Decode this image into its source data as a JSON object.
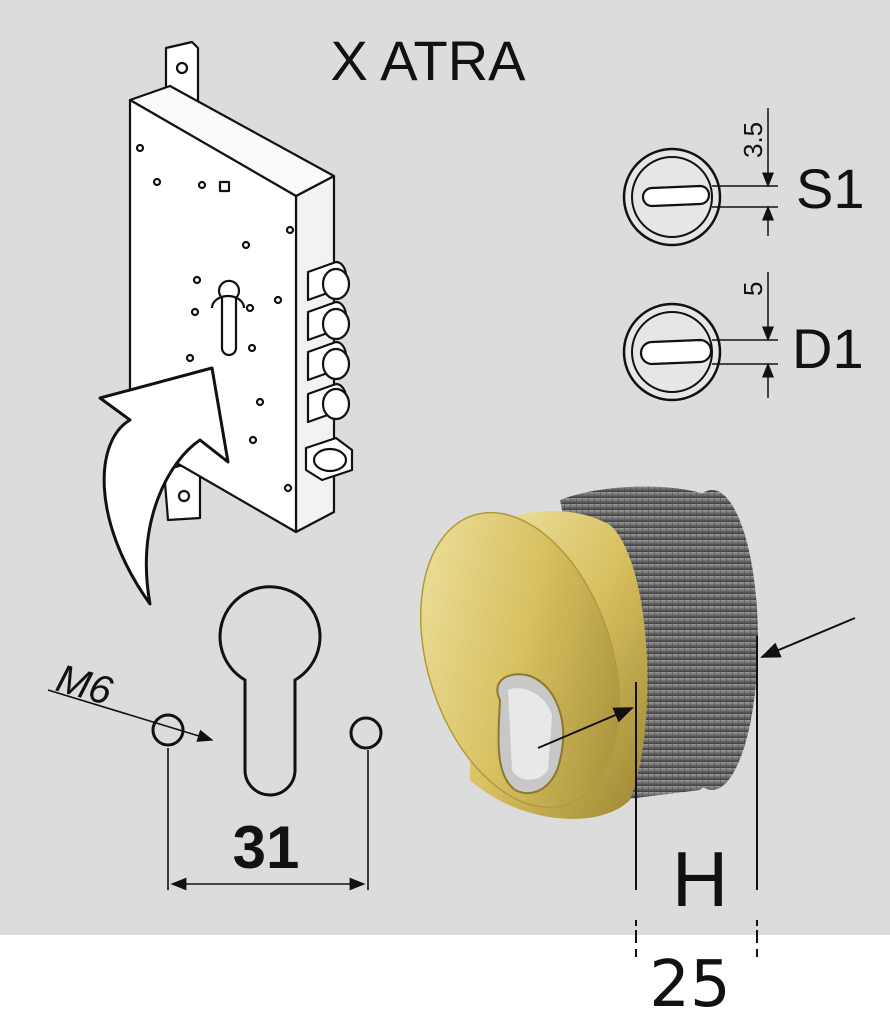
{
  "title": "X ATRA",
  "profiles": [
    {
      "label": "S1",
      "dimension": "3.5"
    },
    {
      "label": "D1",
      "dimension": "5"
    }
  ],
  "bolt_hole_label": "M6",
  "hole_spacing": "31",
  "height_label": "H",
  "height_value": "25",
  "colors": {
    "panel": "#dcdcdc",
    "line": "#111111",
    "brass": "#d8c060",
    "thread": "#6e6e6e"
  }
}
